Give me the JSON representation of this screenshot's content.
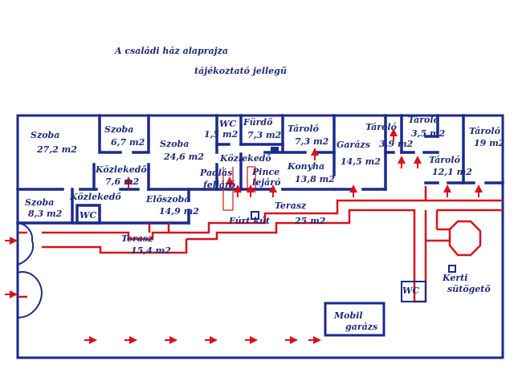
{
  "heading": {
    "title": "A családi ház alaprajza",
    "subtitle": "tájékoztató jellegű"
  },
  "colors": {
    "wall": "#1b2a8c",
    "path": "#d8121b",
    "text": "#1f2a7a",
    "background": "#ffffff"
  },
  "rooms": {
    "szoba1_name": "Szoba",
    "szoba1_area": "27,2 m2",
    "szoba2_name": "Szoba",
    "szoba2_area": "6,7 m2",
    "szoba3_name": "Szoba",
    "szoba3_area": "24,6 m2",
    "wc1_name": "WC",
    "wc1_area": "1,5 m2",
    "furdo_name": "Fürdő",
    "furdo_area": "7,3 m2",
    "tarolo1_name": "Tároló",
    "tarolo1_area": "7,3 m2",
    "tarolo2_name": "Tároló",
    "tarolo2_area": "3,9 m2",
    "tarolo3_name": "Tároló",
    "tarolo3_area": "3,5 m2",
    "tarolo4_name": "Tároló",
    "tarolo4_area": "19 m2",
    "tarolo5_name": "Tároló",
    "tarolo5_area": "12,1 m2",
    "garazs_name": "Garázs",
    "garazs_area": "14,5 m2",
    "kozl1_name": "Közlekedő",
    "kozl1_area": "7,6 m2",
    "kozl2_name": "Közlekedő",
    "kozl3_name": "Közlekedő",
    "padlas_line1": "Padlás",
    "padlas_line2": "feljáró",
    "pince_line1": "Pince",
    "pince_line2": "lejáró",
    "konyha_name": "Konyha",
    "konyha_area": "13,8 m2",
    "szoba4_name": "Szoba",
    "szoba4_area": "8,3 m2",
    "wc2_name": "WC",
    "eloszoba_name": "Előszoba",
    "eloszoba_area": "14,9 m2",
    "terasz1_name": "Terasz",
    "terasz1_area": "25 m2",
    "furt_kut": "Fúrt kút",
    "terasz2_name": "Terasz",
    "terasz2_area": "15,4 m2",
    "wc3_name": "WC",
    "kerti_line1": "Kerti",
    "kerti_line2": "sütögető",
    "mobil_line1": "Mobil",
    "mobil_line2": "garázs"
  }
}
